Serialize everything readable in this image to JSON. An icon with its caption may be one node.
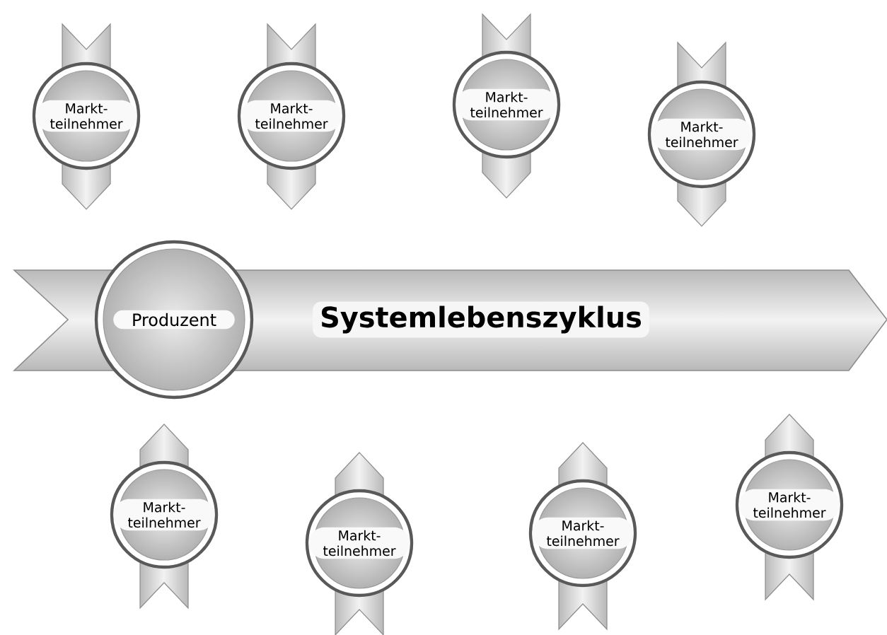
{
  "diagram": {
    "nodes": [
      {
        "text": [
          "Systemlebenszyklus"
        ]
      },
      {
        "text": [
          "Produzent"
        ]
      },
      {
        "text": [
          "Markt- teilnehmer"
        ]
      },
      {
        "text": [
          "Markt- teilnehmer"
        ]
      },
      {
        "text": [
          "Markt- teilnehmer"
        ]
      },
      {
        "text": [
          "Markt- teilnehmer"
        ]
      },
      {
        "text": [
          "Markt- teilnehmer"
        ]
      },
      {
        "text": [
          "Markt- teilnehmer"
        ]
      },
      {
        "text": [
          "Markt- teilnehmer"
        ]
      },
      {
        "text": [
          "Markt- teilnehmer"
        ]
      }
    ]
  }
}
